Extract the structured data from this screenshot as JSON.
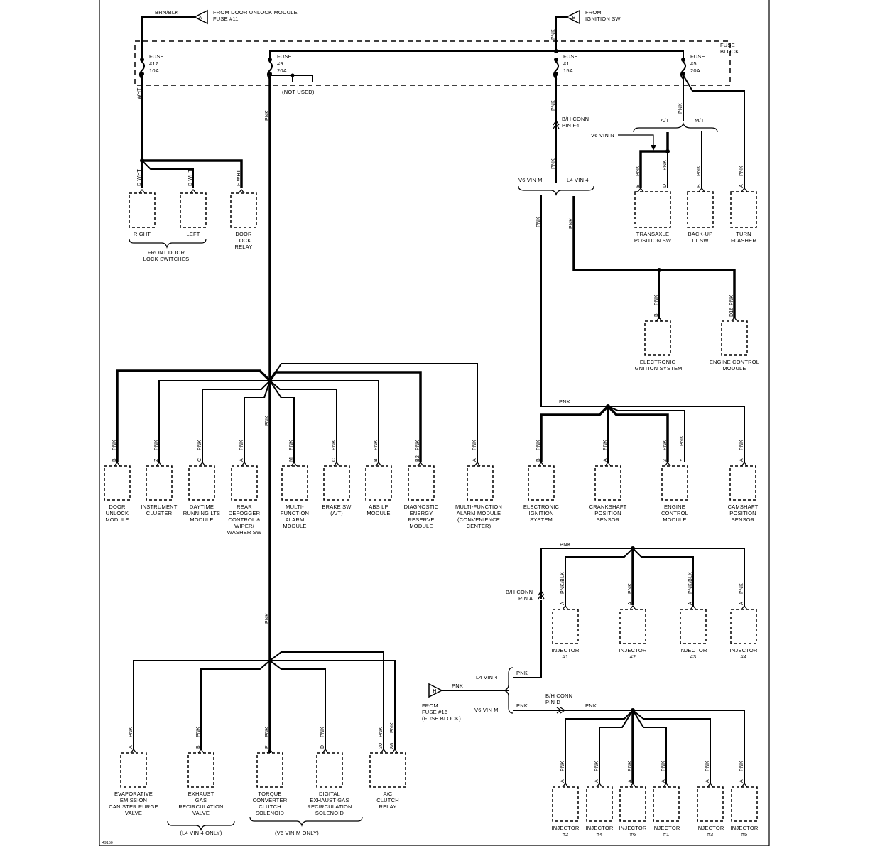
{
  "labels": {
    "brn_blk": "BRN/BLK",
    "from_door_unlock_1": "FROM DOOR UNLOCK MODULE",
    "from_door_unlock_2": "FUSE #11",
    "from_ign_1": "FROM",
    "from_ign_2": "IGNITION SW",
    "fuse_block_1": "FUSE",
    "fuse_block_2": "BLOCK",
    "not_used": "(NOT USED)",
    "bh_conn_f4_1": "B/H CONN",
    "bh_conn_f4_2": "PIN F4",
    "v6_vin_n": "V6 VIN N",
    "at": "A/T",
    "mt": "M/T",
    "v6_vin_m": "V6 VIN M",
    "l4_vin_4": "L4 VIN 4",
    "front_door_1": "FRONT DOOR",
    "front_door_2": "LOCK SWITCHES",
    "l4_only": "(L4 VIN 4 ONLY)",
    "v6_only": "(V6 VIN M ONLY)",
    "bh_conn_a_1": "B/H CONN",
    "bh_conn_a_2": "PIN A",
    "bh_conn_d_1": "B/H CONN",
    "bh_conn_d_2": "PIN D",
    "l4_vin_4b": "L4 VIN 4",
    "v6_vin_mb": "V6 VIN M",
    "from_fuse16_1": "FROM",
    "from_fuse16_2": "FUSE #16",
    "from_fuse16_3": "(FUSE BLOCK)",
    "diagram_id": "49150",
    "connector_a": "A",
    "connector_b": "B",
    "connector_h": "H"
  },
  "fuses": [
    {
      "l1": "FUSE",
      "l2": "#17",
      "l3": "10A"
    },
    {
      "l1": "FUSE",
      "l2": "#9",
      "l3": "20A"
    },
    {
      "l1": "FUSE",
      "l2": "#1",
      "l3": "15A"
    },
    {
      "l1": "FUSE",
      "l2": "#5",
      "l3": "20A"
    }
  ],
  "wire_labels": {
    "wht": "WHT",
    "pnk": "PNK",
    "pnk_blk": "PNK/BLK",
    "d_wht": "D  WHT",
    "f_wht": "F  WHT"
  },
  "components": {
    "right": [
      "RIGHT"
    ],
    "left": [
      "LEFT"
    ],
    "door_lock_relay": [
      "DOOR",
      "LOCK",
      "RELAY"
    ],
    "transaxle": [
      "TRANSAXLE",
      "POSITION SW"
    ],
    "backup": [
      "BACK-UP",
      "LT SW"
    ],
    "turn_flasher": [
      "TURN",
      "FLASHER"
    ],
    "eis_top": [
      "ELECTRONIC",
      "IGNITION SYSTEM"
    ],
    "ecm_top": [
      "ENGINE CONTROL",
      "MODULE"
    ],
    "door_unlock": [
      "DOOR",
      "UNLOCK",
      "MODULE"
    ],
    "instrument": [
      "INSTRUMENT",
      "CLUSTER"
    ],
    "daytime": [
      "DAYTIME",
      "RUNNING LTS",
      "MODULE"
    ],
    "rear_defog": [
      "REAR",
      "DEFOGGER",
      "CONTROL &",
      "WIPER/",
      "WASHER SW"
    ],
    "mfam": [
      "MULTI-",
      "FUNCTION",
      "ALARM",
      "MODULE"
    ],
    "brake_sw": [
      "BRAKE SW",
      "(A/T)"
    ],
    "abs_lp": [
      "ABS LP",
      "MODULE"
    ],
    "derm": [
      "DIAGNOSTIC",
      "ENERGY",
      "RESERVE",
      "MODULE"
    ],
    "mfam_cc": [
      "MULTI-FUNCTION",
      "ALARM MODULE",
      "(CONVENIENCE",
      "CENTER)"
    ],
    "eis_mid": [
      "ELECTRONIC",
      "IGNITION",
      "SYSTEM"
    ],
    "crank": [
      "CRANKSHAFT",
      "POSITION",
      "SENSOR"
    ],
    "ecm_mid": [
      "ENGINE",
      "CONTROL",
      "MODULE"
    ],
    "cam": [
      "CAMSHAFT",
      "POSITION",
      "SENSOR"
    ],
    "inj1": [
      "INJECTOR",
      "#1"
    ],
    "inj2": [
      "INJECTOR",
      "#2"
    ],
    "inj3": [
      "INJECTOR",
      "#3"
    ],
    "inj4": [
      "INJECTOR",
      "#4"
    ],
    "evap": [
      "EVAPORATIVE",
      "EMISSION",
      "CANISTER PURGE",
      "VALVE"
    ],
    "egr": [
      "EXHAUST",
      "GAS",
      "RECIRCULATION",
      "VALVE"
    ],
    "tcc": [
      "TORQUE",
      "CONVERTER",
      "CLUTCH",
      "SOLENOID"
    ],
    "degr": [
      "DIGITAL",
      "EXHAUST GAS",
      "RECIRCULATION",
      "SOLENOID"
    ],
    "ac": [
      "A/C",
      "CLUTCH",
      "RELAY"
    ],
    "v6inj": [
      [
        "INJECTOR",
        "#2"
      ],
      [
        "INJECTOR",
        "#4"
      ],
      [
        "INJECTOR",
        "#6"
      ],
      [
        "INJECTOR",
        "#1"
      ],
      [
        "INJECTOR",
        "#3"
      ],
      [
        "INJECTOR",
        "#5"
      ]
    ]
  },
  "pins": {
    "p_d": "D",
    "p_f": "F",
    "p_b": "B",
    "p_a": "A",
    "p_z": "Z",
    "p_c": "C",
    "p_m": "M",
    "p_b2": "B2",
    "p_3": "3",
    "p_y": "Y",
    "p_30": "30",
    "p_86": "86",
    "p_e": "E",
    "p_d16": "D16",
    "p_d2": "D"
  }
}
